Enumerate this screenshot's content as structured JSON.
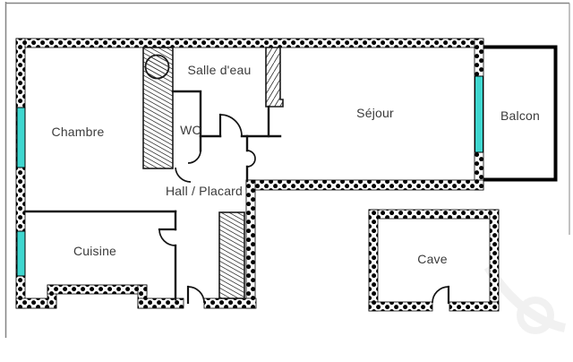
{
  "plan": {
    "type": "apartment-floor-plan",
    "rooms": {
      "chambre": {
        "label": "Chambre"
      },
      "salle_deau": {
        "label": "Salle d'eau"
      },
      "wc": {
        "label": "WC"
      },
      "sejour": {
        "label": "Séjour"
      },
      "balcon": {
        "label": "Balcon"
      },
      "hall_placard": {
        "label": "Hall / Placard"
      },
      "cuisine": {
        "label": "Cuisine"
      },
      "cave": {
        "label": "Cave"
      }
    }
  },
  "colors": {
    "window": "#3fd6cf",
    "wall": "#000000",
    "text": "#3b3b3b",
    "background": "#ffffff"
  }
}
